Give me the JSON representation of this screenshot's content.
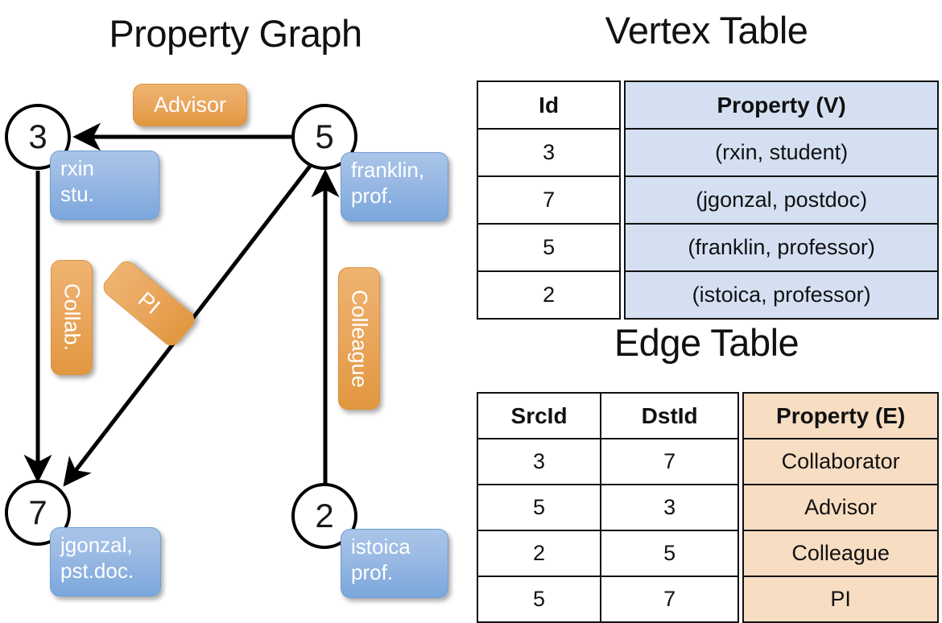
{
  "titles": {
    "property_graph": "Property Graph",
    "vertex_table": "Vertex Table",
    "edge_table": "Edge Table"
  },
  "graph": {
    "vertices": [
      {
        "id": "3",
        "name": "rxin",
        "role": "stu."
      },
      {
        "id": "5",
        "name": "franklin,",
        "role": "prof."
      },
      {
        "id": "7",
        "name": "jgonzal,",
        "role": "pst.doc."
      },
      {
        "id": "2",
        "name": "istoica",
        "role": "prof."
      }
    ],
    "edge_labels": {
      "advisor": "Advisor",
      "collab": "Collab.",
      "pi": "PI",
      "colleague": "Colleague"
    }
  },
  "vertex_table": {
    "headers": {
      "id": "Id",
      "property": "Property (V)"
    },
    "rows": [
      {
        "id": "3",
        "property": "(rxin, student)"
      },
      {
        "id": "7",
        "property": "(jgonzal, postdoc)"
      },
      {
        "id": "5",
        "property": "(franklin, professor)"
      },
      {
        "id": "2",
        "property": "(istoica, professor)"
      }
    ]
  },
  "edge_table": {
    "headers": {
      "src": "SrcId",
      "dst": "DstId",
      "property": "Property (E)"
    },
    "rows": [
      {
        "src": "3",
        "dst": "7",
        "property": "Collaborator"
      },
      {
        "src": "5",
        "dst": "3",
        "property": "Advisor"
      },
      {
        "src": "2",
        "dst": "5",
        "property": "Colleague"
      },
      {
        "src": "5",
        "dst": "7",
        "property": "PI"
      }
    ]
  },
  "colors": {
    "vertex_chip": "#9dbbe4",
    "edge_chip": "#eaa75f",
    "vertex_table_fill": "#d4e0f2",
    "edge_table_fill": "#f7ddc2",
    "stroke": "#000000"
  }
}
